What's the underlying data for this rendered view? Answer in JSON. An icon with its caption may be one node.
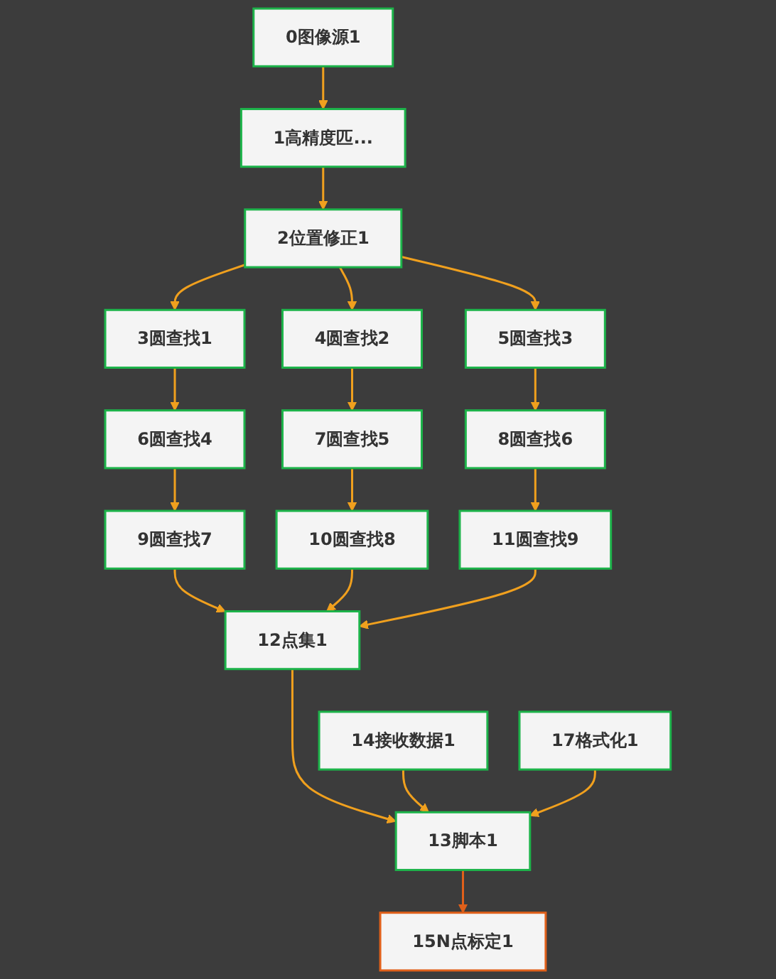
{
  "diagram": {
    "nodes": [
      {
        "text": [
          "0图像源1"
        ]
      },
      {
        "text": [
          "1高精度匹..."
        ]
      },
      {
        "text": [
          "2位置修正1"
        ]
      },
      {
        "text": [
          "3圆查找1"
        ]
      },
      {
        "text": [
          "4圆查找2"
        ]
      },
      {
        "text": [
          "5圆查找3"
        ]
      },
      {
        "text": [
          "6圆查找4"
        ]
      },
      {
        "text": [
          "7圆查找5"
        ]
      },
      {
        "text": [
          "8圆查找6"
        ]
      },
      {
        "text": [
          "9圆查找7"
        ]
      },
      {
        "text": [
          "10圆查找8"
        ]
      },
      {
        "text": [
          "11圆查找9"
        ]
      },
      {
        "text": [
          "12点集1"
        ]
      },
      {
        "text": [
          "14接收数据1"
        ]
      },
      {
        "text": [
          "13脚本1"
        ]
      },
      {
        "text": [
          "17格式化1"
        ]
      },
      {
        "text": [
          "15N点标定1"
        ]
      }
    ],
    "edges": [
      {
        "from": 0,
        "to": 1,
        "arrow": "to"
      },
      {
        "from": 1,
        "to": 2,
        "arrow": "to"
      },
      {
        "from": 2,
        "to": 3,
        "arrow": "to"
      },
      {
        "from": 2,
        "to": 4,
        "arrow": "to"
      },
      {
        "from": 2,
        "to": 5,
        "arrow": "to"
      },
      {
        "from": 3,
        "to": 6,
        "arrow": "to"
      },
      {
        "from": 4,
        "to": 7,
        "arrow": "to"
      },
      {
        "from": 5,
        "to": 8,
        "arrow": "to"
      },
      {
        "from": 6,
        "to": 9,
        "arrow": "to"
      },
      {
        "from": 7,
        "to": 10,
        "arrow": "to"
      },
      {
        "from": 8,
        "to": 11,
        "arrow": "to"
      },
      {
        "from": 9,
        "to": 12,
        "arrow": "to"
      },
      {
        "from": 10,
        "to": 12,
        "arrow": "to"
      },
      {
        "from": 11,
        "to": 12,
        "arrow": "to"
      },
      {
        "from": 12,
        "to": 14,
        "arrow": "to"
      },
      {
        "from": 13,
        "to": 14,
        "arrow": "to"
      },
      {
        "from": 15,
        "to": 14,
        "arrow": "to"
      },
      {
        "from": 14,
        "to": 16,
        "arrow": "to",
        "color": "#e0601a"
      }
    ]
  }
}
